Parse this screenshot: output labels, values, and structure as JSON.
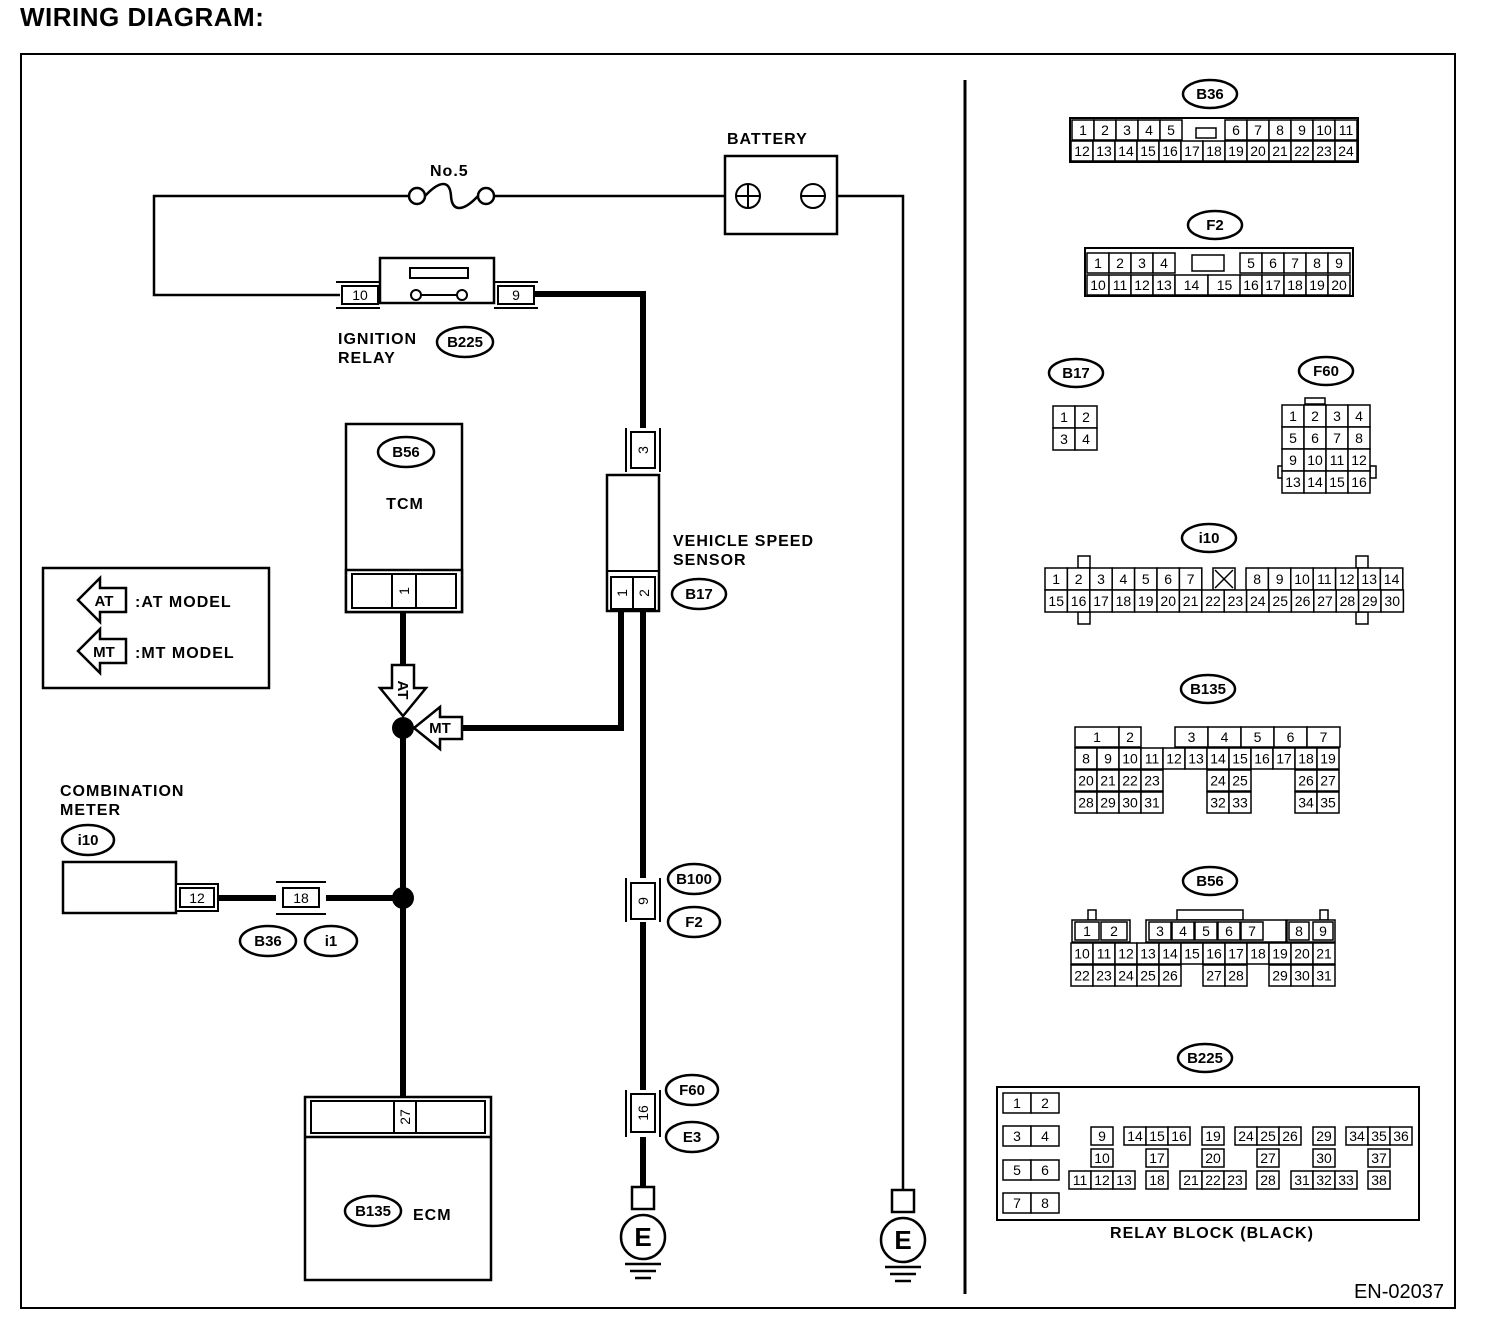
{
  "title": "WIRING DIAGRAM:",
  "footer_code": "EN-02037",
  "labels": {
    "battery": "BATTERY",
    "fuse": "No.5",
    "ignition_relay_line1": "IGNITION",
    "ignition_relay_line2": "RELAY",
    "tcm": "TCM",
    "ecm": "ECM",
    "vss_line1": "VEHICLE SPEED",
    "vss_line2": "SENSOR",
    "combination_meter_line1": "COMBINATION",
    "combination_meter_line2": "METER",
    "relay_block": "RELAY BLOCK (BLACK)",
    "ground": "E"
  },
  "legend": [
    {
      "tag": "AT",
      "text": ":AT MODEL"
    },
    {
      "tag": "MT",
      "text": ":MT MODEL"
    }
  ],
  "connector_ids": {
    "ignition_relay": "B225",
    "tcm": "B56",
    "vss": "B17",
    "meter": "i10",
    "meter_joint_a": "B36",
    "meter_joint_b": "i1",
    "ecm": "B135",
    "inline_upper_a": "B100",
    "inline_upper_b": "F2",
    "inline_lower_a": "F60",
    "inline_lower_b": "E3"
  },
  "pins": {
    "relay_left": "10",
    "relay_right": "9",
    "vss_top": "3",
    "vss_1": "1",
    "vss_2": "2",
    "tcm": "1",
    "meter": "12",
    "meter_joint": "18",
    "ecm": "27",
    "inline_upper": "9",
    "inline_lower": "16"
  },
  "connector_views": {
    "B36": {
      "row1": [
        "1",
        "2",
        "3",
        "4",
        "5",
        "",
        "6",
        "7",
        "8",
        "9",
        "10",
        "11"
      ],
      "row2": [
        "12",
        "13",
        "14",
        "15",
        "16",
        "17",
        "18",
        "19",
        "20",
        "21",
        "22",
        "23",
        "24"
      ]
    },
    "F2": {
      "row1": [
        "1",
        "2",
        "3",
        "4",
        "5",
        "6",
        "7",
        "8",
        "9"
      ],
      "row2": [
        "10",
        "11",
        "12",
        "13",
        "14",
        "15",
        "16",
        "17",
        "18",
        "19",
        "20"
      ]
    },
    "B17": {
      "rows": [
        [
          "1",
          "2"
        ],
        [
          "3",
          "4"
        ]
      ]
    },
    "F60": {
      "rows": [
        [
          "1",
          "2",
          "3",
          "4"
        ],
        [
          "5",
          "6",
          "7",
          "8"
        ],
        [
          "9",
          "10",
          "11",
          "12"
        ],
        [
          "13",
          "14",
          "15",
          "16"
        ]
      ]
    },
    "i10": {
      "row1": [
        "1",
        "2",
        "3",
        "4",
        "5",
        "6",
        "7",
        "8",
        "9",
        "10",
        "11",
        "12",
        "13",
        "14"
      ],
      "row2": [
        "15",
        "16",
        "17",
        "18",
        "19",
        "20",
        "21",
        "22",
        "23",
        "24",
        "25",
        "26",
        "27",
        "28",
        "29",
        "30"
      ]
    },
    "B135": {
      "row1": [
        "1",
        "2",
        "3",
        "4",
        "5",
        "6",
        "7"
      ],
      "row2": [
        "8",
        "9",
        "10",
        "11",
        "12",
        "13",
        "14",
        "15",
        "16",
        "17",
        "18",
        "19"
      ],
      "row3": [
        "20",
        "21",
        "22",
        "23",
        "24",
        "25",
        "26",
        "27"
      ],
      "row4": [
        "28",
        "29",
        "30",
        "31",
        "32",
        "33",
        "34",
        "35"
      ]
    },
    "B56": {
      "row1": [
        "1",
        "2",
        "3",
        "4",
        "5",
        "6",
        "7",
        "8",
        "9"
      ],
      "row2": [
        "10",
        "11",
        "12",
        "13",
        "14",
        "15",
        "16",
        "17",
        "18",
        "19",
        "20",
        "21"
      ],
      "row3": [
        "22",
        "23",
        "24",
        "25",
        "26",
        "27",
        "28",
        "29",
        "30",
        "31"
      ]
    },
    "B225": {
      "left": [
        "1",
        "2",
        "3",
        "4",
        "5",
        "6",
        "7",
        "8"
      ],
      "g9": [
        "9",
        "10",
        "11",
        "12",
        "13"
      ],
      "g14": [
        "14",
        "15",
        "16",
        "17",
        "18"
      ],
      "g19": [
        "19",
        "20",
        "21",
        "22",
        "23"
      ],
      "g24": [
        "24",
        "25",
        "26",
        "27",
        "28"
      ],
      "g29": [
        "29",
        "30",
        "31",
        "32",
        "33"
      ],
      "g34": [
        "34",
        "35",
        "36",
        "37",
        "38"
      ]
    }
  }
}
